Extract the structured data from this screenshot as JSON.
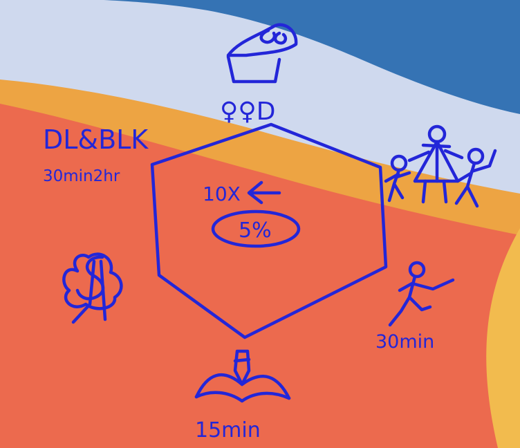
{
  "colors": {
    "ink": "#2326d8",
    "sky_top": "#3573b4",
    "sky_light": "#cfd9ee",
    "band_orange": "#eda443",
    "band_red": "#ec6a4e"
  },
  "diagram": {
    "top_label": "♀♀D",
    "top_left_title": "DL&BLK",
    "top_left_time": "30min2hr",
    "center_multiplier": "10X",
    "center_percent": "5%",
    "right_time": "30min",
    "bottom_time": "15min"
  },
  "icons": {
    "top": "graduation-cap-icon",
    "top_right": "family-icon",
    "right": "runner-icon",
    "bottom": "book-pen-icon",
    "left": "money-tree-icon"
  }
}
